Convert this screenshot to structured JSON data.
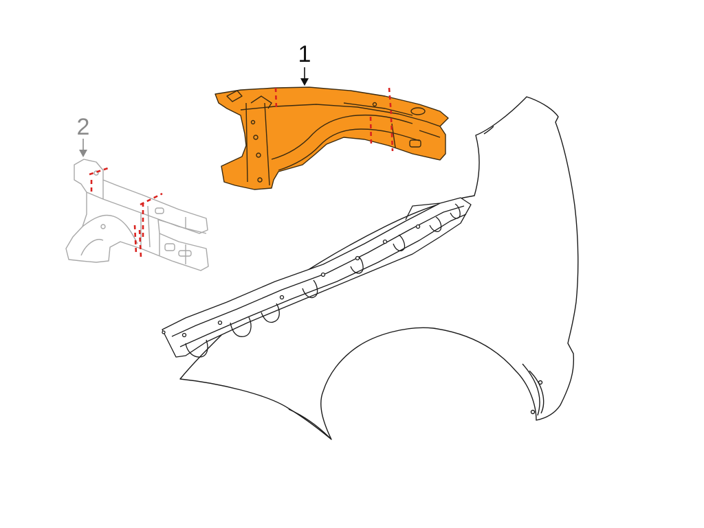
{
  "callouts": [
    {
      "id": "1",
      "label": "1"
    },
    {
      "id": "2",
      "label": "2"
    }
  ],
  "colors": {
    "highlight_fill": "#F7941D",
    "highlight_stroke": "#3a2a10",
    "cut_line": "#D9231F",
    "gray_part": "#A8A8A8",
    "fender_line": "#1a1a1a",
    "label_dark": "#111111",
    "label_gray": "#8a8a8a"
  }
}
